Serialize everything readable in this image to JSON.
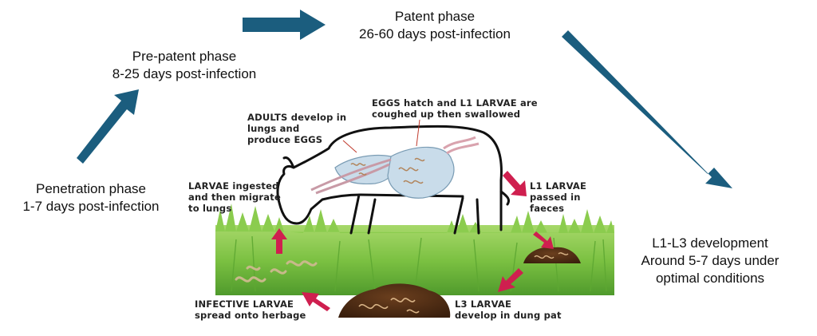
{
  "phases": {
    "penetration": {
      "line1": "Penetration phase",
      "line2": "1-7 days post-infection"
    },
    "prepatent": {
      "line1": "Pre-patent phase",
      "line2": "8-25 days post-infection"
    },
    "patent": {
      "line1": "Patent phase",
      "line2": "26-60 days post-infection"
    },
    "development": {
      "line1": "L1-L3 development",
      "line2": "Around 5-7 days under",
      "line3": "optimal conditions"
    }
  },
  "labels": {
    "adults": [
      "ADULTS develop in",
      "lungs and",
      "produce EGGS"
    ],
    "eggs": [
      "EGGS hatch and L1 LARVAE are",
      "coughed up then swallowed"
    ],
    "ingested": [
      "LARVAE ingested",
      "and then migrate",
      "to lungs"
    ],
    "l1": [
      "L1 LARVAE",
      "passed in",
      "faeces"
    ],
    "infective": [
      "INFECTIVE LARVAE",
      "spread onto herbage"
    ],
    "l3": [
      "L3 LARVAE",
      "develop in dung pat"
    ]
  },
  "colors": {
    "phase_arrow": "#1b5d7e",
    "cycle_arrow": "#cf1f4f",
    "grass": "#7cc142",
    "dung": "#4a2a14"
  }
}
